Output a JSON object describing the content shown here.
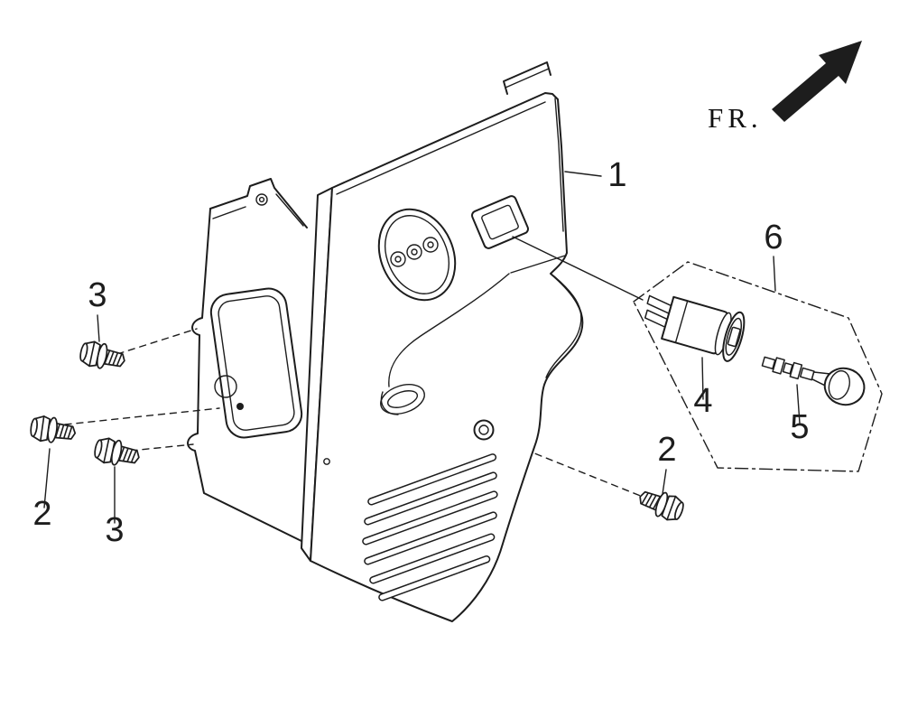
{
  "diagram": {
    "type": "exploded-parts-diagram",
    "background_color": "#ffffff",
    "line_color": "#1d1d1d",
    "direction_indicator": {
      "label": "FR."
    },
    "part_labels": [
      {
        "part": "1"
      },
      {
        "part": "2"
      },
      {
        "part": "2"
      },
      {
        "part": "3"
      },
      {
        "part": "3"
      },
      {
        "part": "4"
      },
      {
        "part": "5"
      },
      {
        "part": "6"
      }
    ]
  }
}
